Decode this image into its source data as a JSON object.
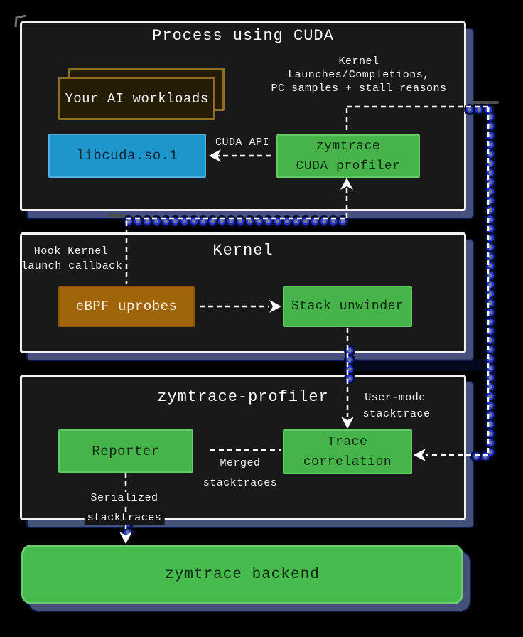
{
  "panels": {
    "process": {
      "title": "Process using CUDA"
    },
    "kernel": {
      "title": "Kernel"
    },
    "profiler": {
      "title": "zymtrace-profiler"
    }
  },
  "nodes": {
    "workloads": {
      "label": "Your AI workloads"
    },
    "libcuda": {
      "label": "libcuda.so.1"
    },
    "cuda_profiler": {
      "lines": [
        "zymtrace",
        "CUDA profiler"
      ]
    },
    "ebpf": {
      "label": "eBPF uprobes"
    },
    "unwinder": {
      "label": "Stack unwinder"
    },
    "reporter": {
      "label": "Reporter"
    },
    "trace_correlation": {
      "lines": [
        "Trace",
        "correlation"
      ]
    },
    "backend": {
      "label": "zymtrace backend"
    }
  },
  "edge_labels": {
    "cuda_api": "CUDA API",
    "kernel_launches": [
      "Kernel",
      "Launches/Completions,",
      "PC samples + stall reasons"
    ],
    "hook_callback": [
      "Hook Kernel",
      "launch callback"
    ],
    "user_mode": [
      "User-mode",
      "stacktrace"
    ],
    "merged": [
      "Merged",
      "stacktraces"
    ],
    "serialized": [
      "Serialized",
      "stacktraces"
    ]
  },
  "colors": {
    "node_green": "#46b44a",
    "node_blue": "#1e96cc",
    "node_brown": "#a06508",
    "workloads_border_gold": "#8e6e22",
    "panel_bg": "#191919",
    "panel_border": "#f2f2f2",
    "shadow_slate": "#46517b",
    "trail_blue": "#2334d6",
    "dash_white": "#ffffff"
  }
}
